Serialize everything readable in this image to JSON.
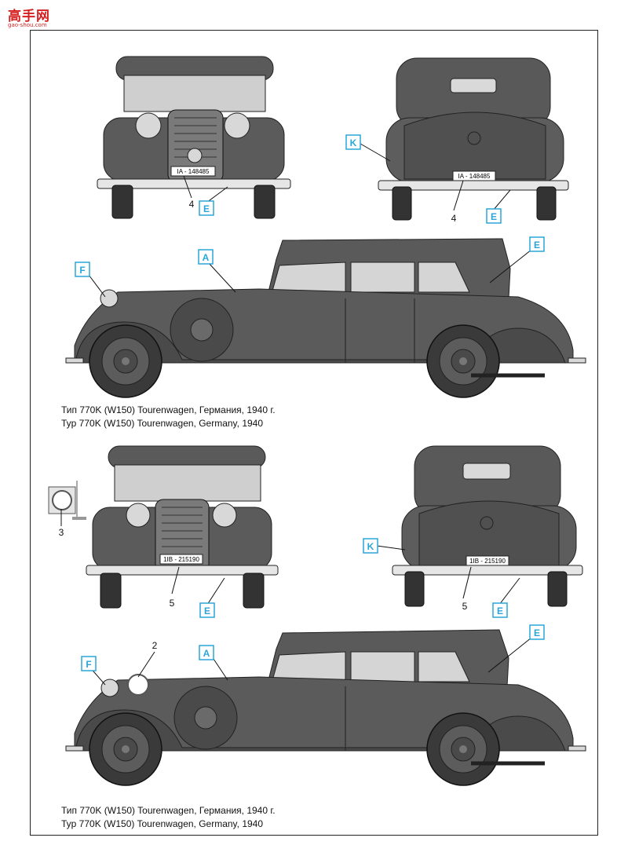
{
  "watermark": {
    "title": "高手网",
    "url": "gao-shou.com"
  },
  "colors": {
    "body": "#5b5b5b",
    "body_dark": "#3d3d3d",
    "chrome": "#d9d9d9",
    "label_border": "#2aa6d8",
    "label_text": "#2aa6d8"
  },
  "callouts": {
    "A": "A",
    "E": "E",
    "F": "F",
    "K": "K"
  },
  "numbers": {
    "n2": "2",
    "n3": "3",
    "n4": "4",
    "n5": "5"
  },
  "plates": {
    "top_front": "IA - 148485",
    "top_rear": "IA - 148485",
    "bottom_front": "1IB - 215190",
    "bottom_rear": "1IB - 215190"
  },
  "captions": [
    {
      "ru": "Тип 770K (W150) Tourenwagen, Германия, 1940 г.",
      "de": "Typ 770K (W150) Tourenwagen, Germany, 1940"
    },
    {
      "ru": "Тип 770K (W150) Tourenwagen, Германия, 1940 г.",
      "de": "Typ 770K (W150) Tourenwagen, Germany, 1940"
    }
  ]
}
